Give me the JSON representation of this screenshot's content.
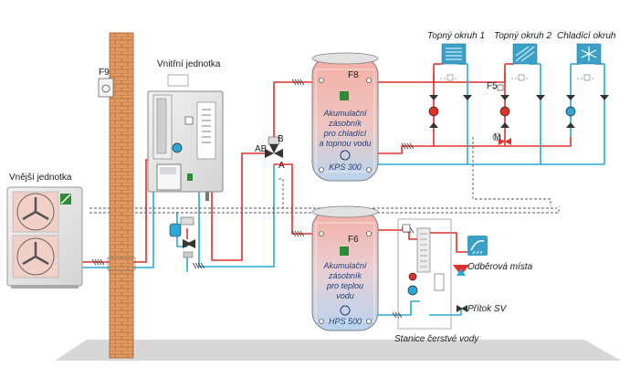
{
  "labels": {
    "outdoor_unit": "Vnější jednotka",
    "indoor_unit": "Vnitřní jednotka",
    "f9": "F9",
    "f8": "F8",
    "f5": "F5",
    "f6": "F6",
    "ab": "AB",
    "b": "B",
    "a": "A",
    "heating_circuit_1": "Topný okruh 1",
    "heating_circuit_2": "Topný okruh 2",
    "cooling_circuit": "Chladící okruh",
    "tank1_line1": "Akumulační",
    "tank1_line2": "zásobník",
    "tank1_line3": "pro chladící",
    "tank1_line4": "a topnou vodu",
    "tank1_model": "KPS 300",
    "tank2_line1": "Akumulační",
    "tank2_line2": "zásobník",
    "tank2_line3": "pro teplou",
    "tank2_line4": "vodu",
    "tank2_model": "HPS 500",
    "tapping_points": "Odběrová místa",
    "cold_water_inlet": "Přítok SV",
    "fresh_water_station": "Stanice čerstvé vody",
    "mixer_m": "M"
  },
  "colors": {
    "hot": "#e0302b",
    "cold": "#2aa8d8",
    "dashed": "#555555",
    "wall": "#d98e55",
    "floor": "#d5d5d5",
    "tank_warm": "#f2b4ac",
    "tank_cool": "#bfd8f0",
    "emitter": "#3aa0c8"
  }
}
